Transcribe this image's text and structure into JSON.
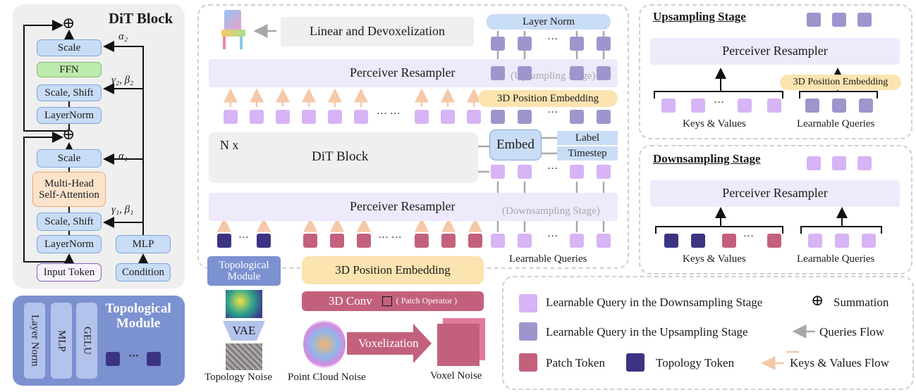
{
  "dit_block": {
    "title": "DiT Block",
    "scale_top": "Scale",
    "ffn": "FFN",
    "scale_shift_top": "Scale, Shift",
    "layernorm_top": "LayerNorm",
    "scale_bottom": "Scale",
    "attention": "Multi-Head Self-Attention",
    "scale_shift_bottom": "Scale, Shift",
    "layernorm_bottom": "LayerNorm",
    "mlp": "MLP",
    "input_token": "Input Token",
    "condition": "Condition",
    "alpha2": "α₂",
    "gamma_beta2": "γ₂, β₂",
    "alpha1": "α₁",
    "gamma_beta1": "γ₁, β₁",
    "plus_symbol": "⊕"
  },
  "topological_module": {
    "title": "Topological Module",
    "layers": [
      "Layer Norm",
      "MLP",
      "GELU"
    ],
    "ellipsis": "···"
  },
  "main": {
    "linear_devox": "Linear and Devoxelization",
    "layer_norm": "Layer Norm",
    "perceiver_up": "Perceiver Resampler",
    "up_stage_tag": "(Upsampling Stage)",
    "pos_embed_top": "3D Position Embedding",
    "n_x": "N x",
    "dit_block": "DiT Block",
    "embed": "Embed",
    "label": "Label",
    "timestep": "Timestep",
    "perceiver_down": "Perceiver Resampler",
    "down_stage_tag": "(Downsampling Stage)",
    "learnable_queries": "Learnable Queries",
    "topo_module_box": "Topological Module",
    "vae": "VAE",
    "pos_embed_bottom": "3D Position Embedding",
    "conv3d": "3D Conv",
    "patch_operator": "( Patch Operator )",
    "voxelization": "Voxelization",
    "topology_noise": "Topology Noise",
    "point_cloud_noise": "Point Cloud Noise",
    "voxel_noise": "Voxel Noise",
    "dots": "···",
    "dots_long": "··· ···"
  },
  "upsampling": {
    "header": "Upsampling Stage",
    "resampler": "Perceiver Resampler",
    "pos_embed": "3D Position Embedding",
    "keys_values": "Keys & Values",
    "learnable_queries": "Learnable Queries",
    "dots": "···"
  },
  "downsampling": {
    "header": "Downsampling Stage",
    "resampler": "Perceiver Resampler",
    "keys_values": "Keys & Values",
    "learnable_queries": "Learnable Queries",
    "dots": "···"
  },
  "legend": {
    "lq_down": "Learnable Query in the Downsampling Stage",
    "summation": "Summation",
    "lq_up": "Learnable Query in the Upsampling Stage",
    "queries_flow": "Queries Flow",
    "patch_token": "Patch Token",
    "topology_token": "Topology Token",
    "kv_flow": "Keys & Values Flow",
    "plus_symbol": "⊕"
  },
  "colors": {
    "learnable_query_down": "#d6b4f5",
    "learnable_query_up": "#9e95cc",
    "patch_token": "#c3617c",
    "topology_token": "#3b3483",
    "kv_arrow": "#f5c8a8",
    "query_arrow": "#a8a8a8",
    "block_blue": "#c9dcf6",
    "resampler_lavender": "#eee9fb"
  }
}
